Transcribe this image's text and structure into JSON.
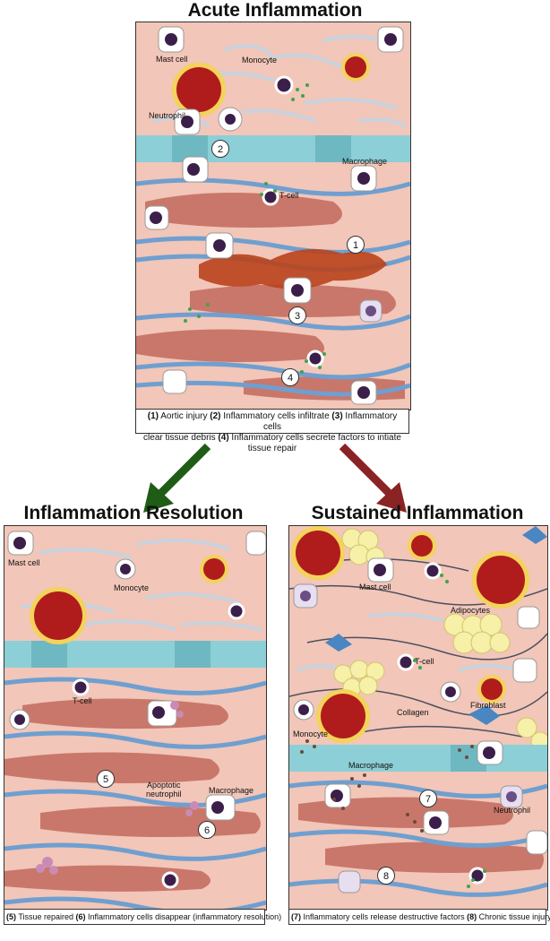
{
  "titles": {
    "acute": "Acute Inflammation",
    "resolution": "Inflammation Resolution",
    "sustained": "Sustained Inflammation"
  },
  "acute_labels": {
    "mast_cell": "Mast cell",
    "monocyte": "Monocyte",
    "neutrophil": "Neutrophil",
    "macrophage": "Macrophage",
    "t_cell": "T-cell"
  },
  "resolution_labels": {
    "mast_cell": "Mast cell",
    "monocyte": "Monocyte",
    "t_cell": "T-cell",
    "apoptotic_neutrophil": "Apoptotic\nneutrophil",
    "macrophage": "Macrophage"
  },
  "sustained_labels": {
    "mast_cell": "Mast cell",
    "adipocytes": "Adipocytes",
    "t_cell": "T-cell",
    "collagen": "Collagen",
    "fibroblast": "Fibroblast",
    "monocyte": "Monocyte",
    "macrophage": "Macrophage",
    "neutrophil": "Neutrophil"
  },
  "numbers": {
    "n1": "1",
    "n2": "2",
    "n3": "3",
    "n4": "4",
    "n5": "5",
    "n6": "6",
    "n7": "7",
    "n8": "8"
  },
  "captions": {
    "acute": {
      "l1_n1": "(1)",
      "l1_t1": " Aortic injury ",
      "l1_n2": "(2)",
      "l1_t2": " Inflammatory cells infiltrate ",
      "l1_n3": "(3)",
      "l1_t3": " Inflammatory cells",
      "l2_t0": "clear tissue debris ",
      "l2_n4": "(4)",
      "l2_t4": " Inflammatory cells secrete factors to intiate tissue repair"
    },
    "resolution": {
      "n5": "(5)",
      "t5": " Tissue repaired ",
      "n6": "(6)",
      "t6": " Inflammatory cells disappear (inflammatory resolution)"
    },
    "sustained": {
      "n7": "(7)",
      "t7": " Inflammatory cells release destructive factors ",
      "n8": "(8)",
      "t8": " Chronic tissue injury"
    }
  },
  "colors": {
    "tissue": "#f2c6b8",
    "elastic_fiber": "#6f9fd0",
    "smooth_muscle": "#c9776a",
    "endothelium": "#8ccfd6",
    "vessel": "#b01c1c",
    "adipocyte": "#f6f0a8",
    "injury": "#b9421c",
    "green_arrow": "#1f5c16",
    "red_arrow": "#8a2323"
  }
}
